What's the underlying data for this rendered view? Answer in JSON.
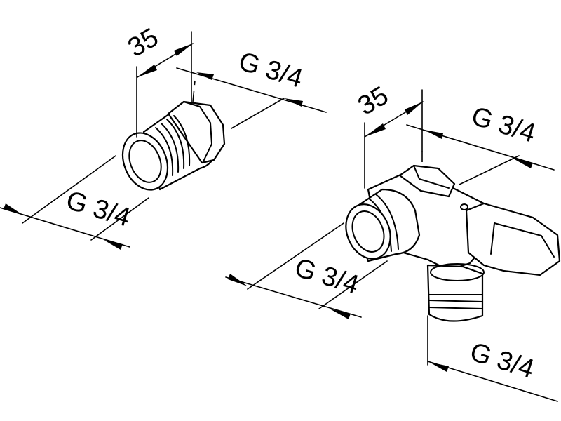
{
  "left_fitting": {
    "dim_length": "35",
    "dim_thread_top": "G 3/4",
    "dim_thread_bottom": "G 3/4"
  },
  "right_valve": {
    "dim_length": "35",
    "dim_thread_top": "G 3/4",
    "dim_thread_inlet": "G 3/4",
    "dim_thread_outlet": "G 3/4"
  }
}
